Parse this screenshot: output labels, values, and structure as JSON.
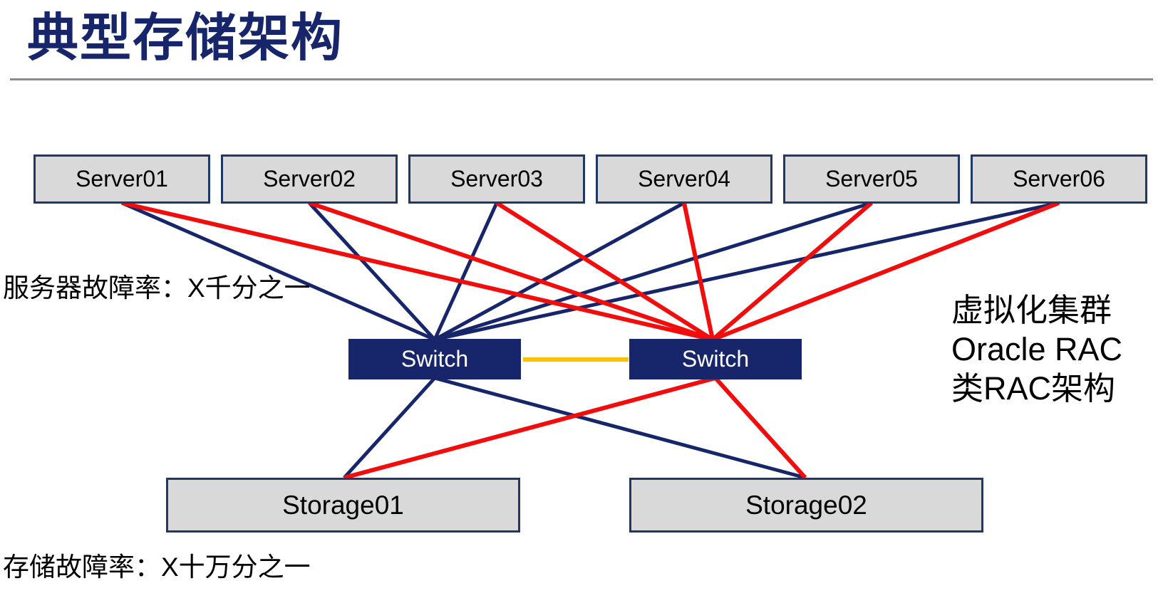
{
  "title": "典型存储架构",
  "colors": {
    "navy": "#17266B",
    "red": "#F20D0D",
    "orange": "#FFC000",
    "node_fill": "#D9D9D9",
    "node_border": "#1F3864",
    "divider": "#8C8C8C"
  },
  "diagram": {
    "servers": [
      {
        "label": "Server01"
      },
      {
        "label": "Server02"
      },
      {
        "label": "Server03"
      },
      {
        "label": "Server04"
      },
      {
        "label": "Server05"
      },
      {
        "label": "Server06"
      }
    ],
    "switches": [
      {
        "label": "Switch"
      },
      {
        "label": "Switch"
      }
    ],
    "storages": [
      {
        "label": "Storage01"
      },
      {
        "label": "Storage02"
      }
    ],
    "links": [
      {
        "from": "each server",
        "to": "Switch A",
        "color": "navy"
      },
      {
        "from": "each server",
        "to": "Switch B",
        "color": "red"
      },
      {
        "from": "Switch A",
        "to": "Switch B",
        "color": "orange"
      },
      {
        "from": "Switch A",
        "to": "Storage01",
        "color": "navy"
      },
      {
        "from": "Switch A",
        "to": "Storage02",
        "color": "navy"
      },
      {
        "from": "Switch B",
        "to": "Storage01",
        "color": "red"
      },
      {
        "from": "Switch B",
        "to": "Storage02",
        "color": "red"
      }
    ]
  },
  "annotations": {
    "server_failure_rate": "服务器故障率：X千分之一",
    "storage_failure_rate": "存储故障率：X十万分之一",
    "right_note_lines": [
      "虚拟化集群",
      "Oracle RAC",
      "类RAC架构"
    ]
  }
}
